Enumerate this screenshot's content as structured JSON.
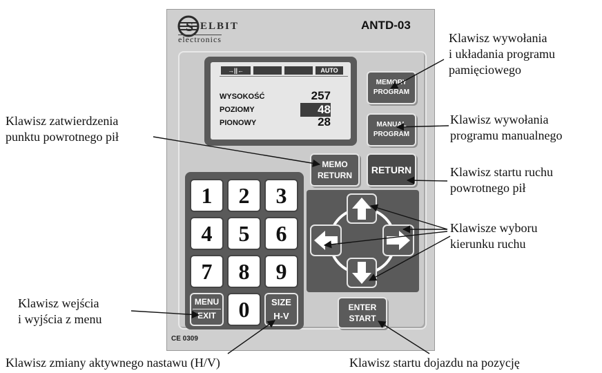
{
  "device": {
    "brand_name": "ELBIT",
    "brand_sub": "electronics",
    "model": "ANTD-03",
    "ce_mark": "CE 0309"
  },
  "display": {
    "indicator_1": "→||←",
    "indicator_auto": "AUTO",
    "rows": [
      {
        "label": "WYSOKOŚĆ",
        "value": "257"
      },
      {
        "label": "POZIOMY",
        "value": "48"
      },
      {
        "label": "PIONOWY",
        "value": "28"
      }
    ]
  },
  "buttons": {
    "memory": {
      "line1": "MEMORY",
      "line2": "PROGRAM"
    },
    "manual": {
      "line1": "MANUAL",
      "line2": "PROGRAM"
    },
    "memo_return": {
      "line1": "MEMO",
      "line2": "RETURN"
    },
    "return": "RETURN",
    "enter": {
      "line1": "ENTER",
      "line2": "START"
    }
  },
  "keypad": {
    "digits": [
      "1",
      "2",
      "3",
      "4",
      "5",
      "6",
      "7",
      "8",
      "9",
      "0"
    ],
    "menu": {
      "line1": "MENU",
      "line2": "EXIT"
    },
    "size": {
      "line1": "SIZE",
      "line2": "H-V"
    }
  },
  "annotations": {
    "memory_line1": "Klawisz wywołania",
    "memory_line2": "i układania programu",
    "memory_line3": "pamięciowego",
    "manual_line1": "Klawisz wywołania",
    "manual_line2": "programu manualnego",
    "confirm_line1": "Klawisz zatwierdzenia",
    "confirm_line2": "punktu powrotnego pił",
    "return_line1": "Klawisz startu ruchu",
    "return_line2": "powrotnego pił",
    "direction_line1": "Klawisze wyboru",
    "direction_line2": "kierunku ruchu",
    "menu_line1": "Klawisz wejścia",
    "menu_line2": "i wyjścia z menu",
    "size_line1": "Klawisz zmiany aktywnego nastawu (H/V)",
    "enter_line1": "Klawisz startu dojazdu na pozycję"
  },
  "colors": {
    "panel": "#cfcfcf",
    "button": "#5b5b5b",
    "display_bg": "#e6e6e6"
  }
}
